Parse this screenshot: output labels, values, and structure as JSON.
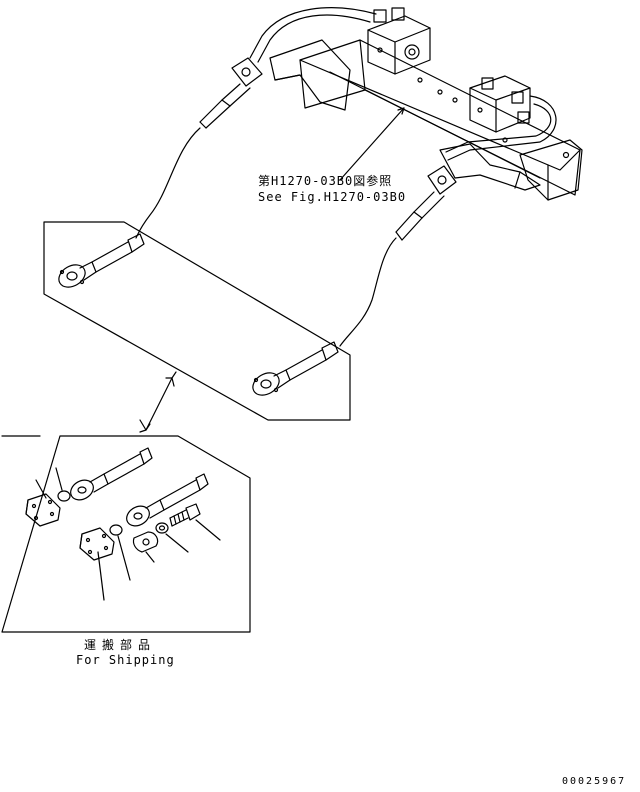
{
  "labels": {
    "reference_jp": "第H1270-03B0図参照",
    "reference_en": "See Fig.H1270-03B0",
    "shipping_jp": "運搬部品",
    "shipping_en": "For Shipping",
    "figure_number": "00025967"
  }
}
